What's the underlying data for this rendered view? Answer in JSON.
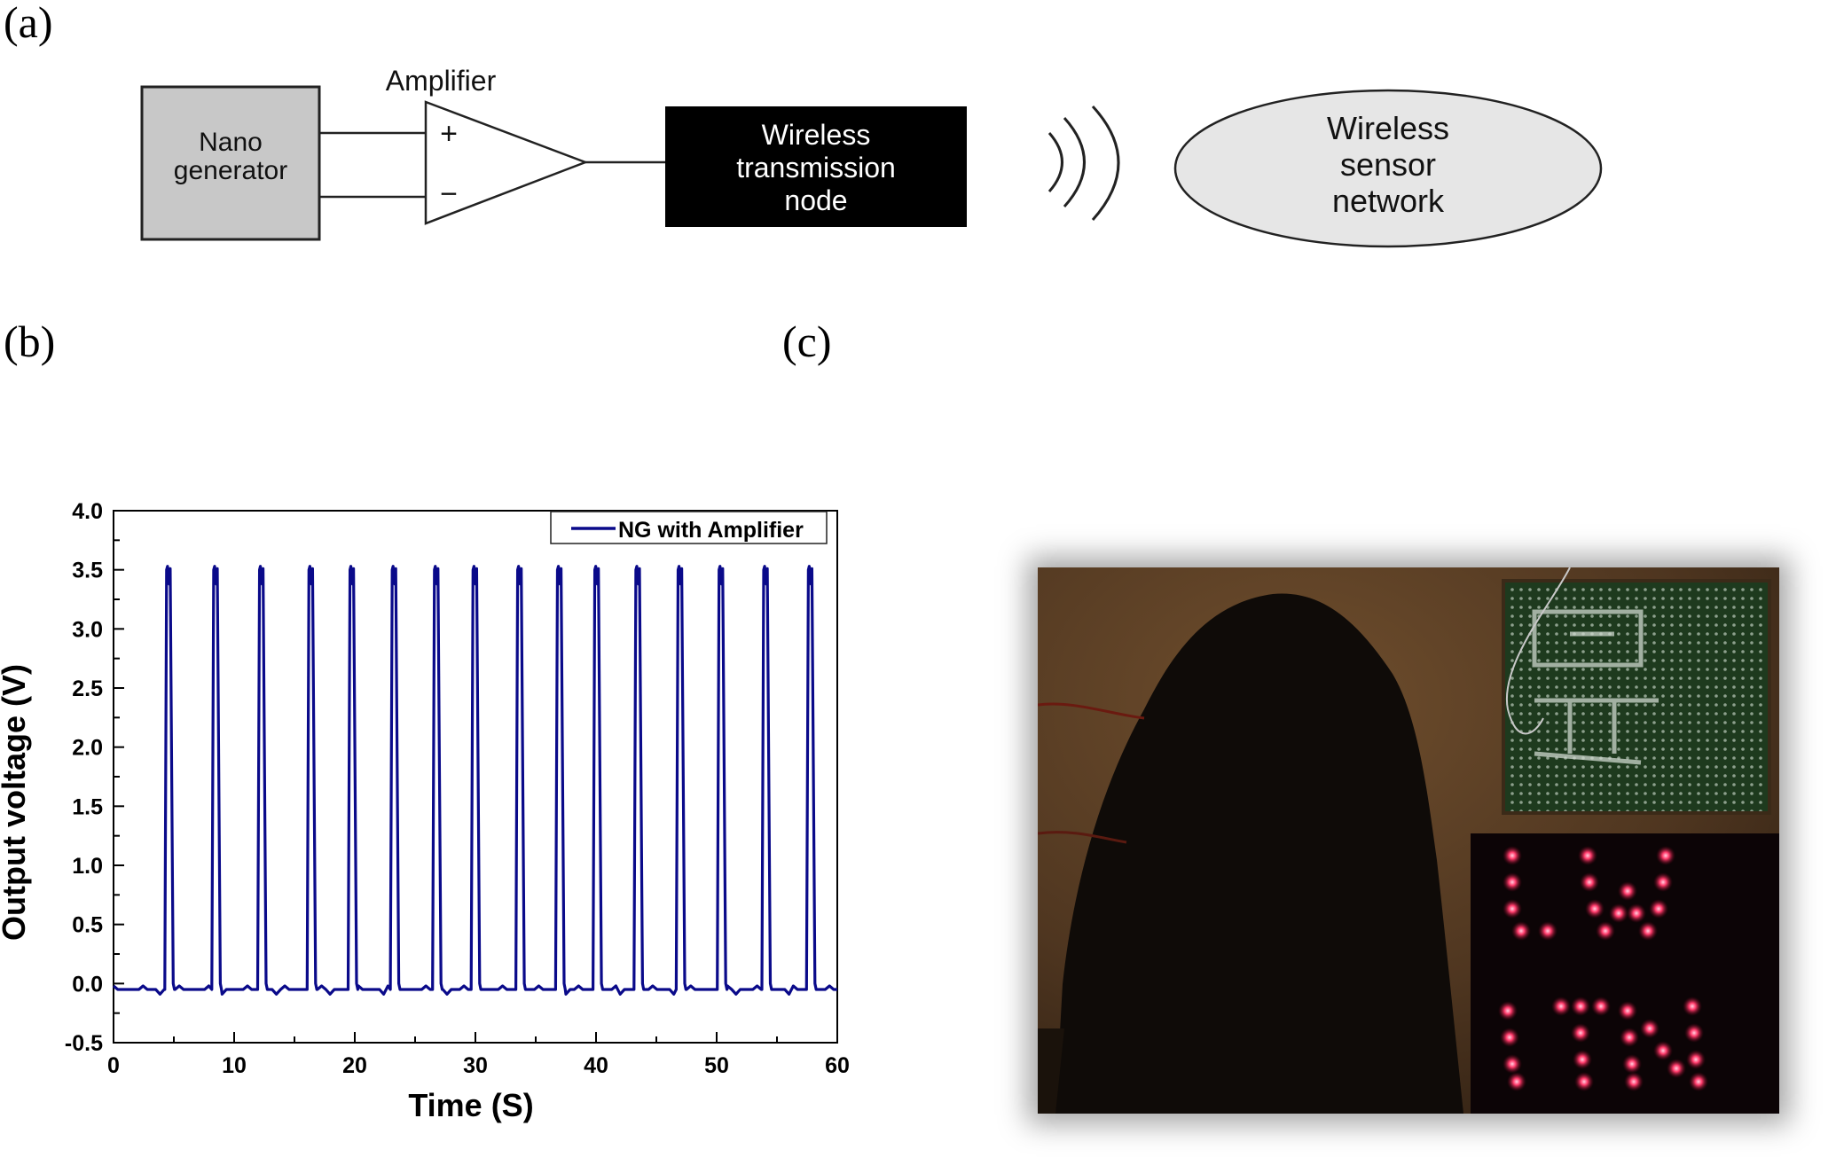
{
  "labels": {
    "a": "(a)",
    "b": "(b)",
    "c": "(c)"
  },
  "diagram": {
    "amplifier_label": "Amplifier",
    "plus": "+",
    "minus": "−",
    "nano_lines": [
      "Nano",
      "generator"
    ],
    "node_lines": [
      "Wireless",
      "transmission",
      "node"
    ],
    "network_lines": [
      "Wireless",
      "sensor",
      "network"
    ],
    "colors": {
      "nano_fill": "#c8c8c8",
      "node_fill": "#000000",
      "network_fill": "#e6e6e6"
    }
  },
  "chart_data": {
    "type": "line",
    "title": "",
    "xlabel": "Time (S)",
    "ylabel": "Output voltage (V)",
    "xlim": [
      0,
      60
    ],
    "ylim": [
      -0.5,
      4.0
    ],
    "xticks": [
      0,
      10,
      20,
      30,
      40,
      50,
      60
    ],
    "yticks": [
      -0.5,
      0.0,
      0.5,
      1.0,
      1.5,
      2.0,
      2.5,
      3.0,
      3.5,
      4.0
    ],
    "xtick_labels": [
      "0",
      "10",
      "20",
      "30",
      "40",
      "50",
      "60"
    ],
    "ytick_labels": [
      "-0.5",
      "0.0",
      "0.5",
      "1.0",
      "1.5",
      "2.0",
      "2.5",
      "3.0",
      "3.5",
      "4.0"
    ],
    "legend_position": "top-right",
    "series": [
      {
        "name": "NG with Amplifier",
        "color": "#0a0a8a",
        "baseline": -0.05,
        "peak": 3.53,
        "pulse_times": [
          4.4,
          8.3,
          12.1,
          16.2,
          19.6,
          23.1,
          26.6,
          29.8,
          33.5,
          36.8,
          39.9,
          43.3,
          46.8,
          50.2,
          53.9,
          57.6
        ]
      }
    ]
  },
  "photo": {
    "description_icon": "photo-icon",
    "led_top": "LW",
    "led_bottom": "ITN"
  }
}
